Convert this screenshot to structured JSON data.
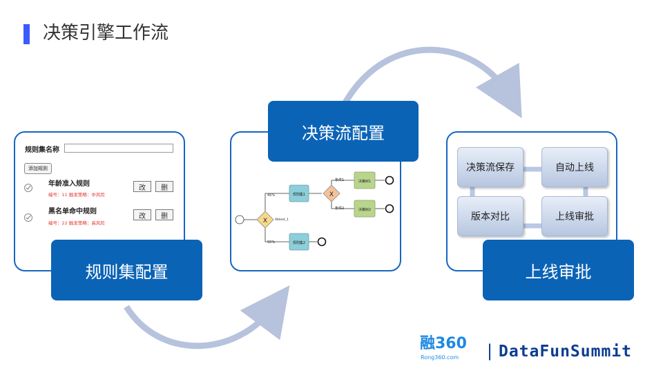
{
  "page": {
    "title": "决策引擎工作流"
  },
  "rules_panel": {
    "name_label": "规则集名称",
    "add_button": "添加规则",
    "rules": [
      {
        "name": "年龄准入规则",
        "meta": "编号：11  触发策略：中风险",
        "edit": "改",
        "delete": "删"
      },
      {
        "name": "黑名单命中规则",
        "meta": "编号：22  触发策略：高风险",
        "edit": "改",
        "delete": "删"
      }
    ],
    "caption": "规则集配置"
  },
  "flow_panel": {
    "caption": "决策流配置",
    "nodes": {
      "gateway1": "X",
      "gateway1_label": "Abtest_1",
      "gateway2": "X",
      "ruleset1": "规则集1",
      "ruleset2": "规则集2",
      "decision1": "决策树1",
      "decision2": "决策树2",
      "pct1": "45%",
      "pct2": "55%",
      "cond1": "条件1",
      "cond2": "条件2"
    }
  },
  "deploy_panel": {
    "caption": "上线审批",
    "boxes": [
      "决策流保存",
      "自动上线",
      "版本对比",
      "上线审批"
    ]
  },
  "footer": {
    "logo_main": "融360",
    "logo_sub": "Rong360.com",
    "separator": "|",
    "brand": "DataFunSummit"
  },
  "colors": {
    "accent": "#0b63b6",
    "border": "#1565c0",
    "arrow": "#b7c3dd",
    "title_bar": "#3d5afe"
  }
}
